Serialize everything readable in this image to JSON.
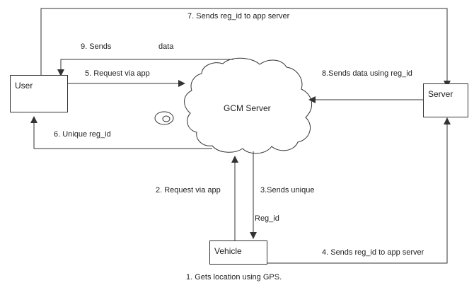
{
  "nodes": {
    "user": "User",
    "server": "Server",
    "gcm_server": "GCM Server",
    "vehicle": "Vehicle"
  },
  "edges": {
    "e1": "1. Gets location using GPS.",
    "e2": "2. Request via app",
    "e3a": "3.Sends unique",
    "e3b": "Reg_id",
    "e4": "4. Sends reg_id to app server",
    "e5": "5. Request via app",
    "e6": "6. Unique reg_id",
    "e7": "7. Sends reg_id to app server",
    "e8": "8.Sends data using reg_id",
    "e9a": "9. Sends",
    "e9b": "data"
  },
  "colors": {
    "line": "#333333",
    "text": "#222222",
    "background": "#ffffff"
  }
}
